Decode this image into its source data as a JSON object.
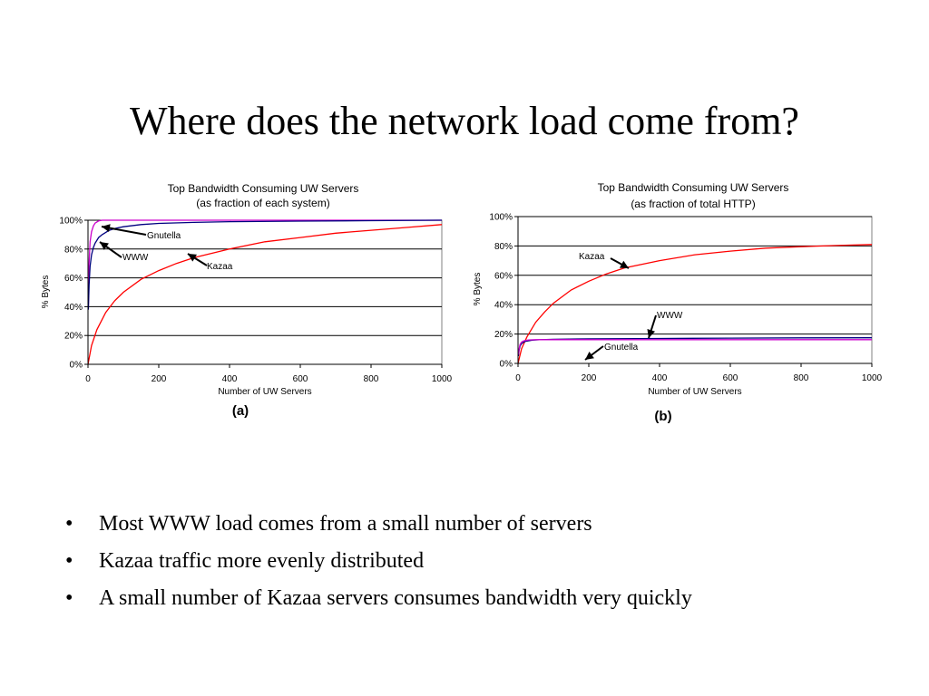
{
  "slide": {
    "title": "Where does the network load come from?",
    "bullet_glyph": "•",
    "bullets": [
      "Most WWW load comes from a small number of servers",
      "Kazaa traffic more evenly distributed",
      "A small number of Kazaa servers consumes bandwidth very quickly"
    ]
  },
  "chart_data": [
    {
      "type": "line",
      "title": "Top Bandwidth Consuming UW Servers",
      "subtitle": "(as fraction of each system)",
      "caption": "(a)",
      "xlabel": "Number of UW Servers",
      "ylabel": "% Bytes",
      "xlim": [
        0,
        1000
      ],
      "ylim": [
        0,
        100
      ],
      "xticks": [
        0,
        200,
        400,
        600,
        800,
        1000
      ],
      "yticks": [
        0,
        20,
        40,
        60,
        80,
        100
      ],
      "ytick_labels": [
        "0%",
        "20%",
        "40%",
        "60%",
        "80%",
        "100%"
      ],
      "grid": "horizontal",
      "series": [
        {
          "name": "Gnutella",
          "color": "#cc00cc",
          "x": [
            1,
            3,
            6,
            10,
            15,
            20,
            30,
            40,
            60,
            100,
            200,
            1000
          ],
          "y": [
            40,
            70,
            85,
            92,
            96,
            98,
            99.5,
            100,
            100,
            100,
            100,
            100
          ]
        },
        {
          "name": "WWW",
          "color": "#000080",
          "x": [
            1,
            3,
            6,
            10,
            15,
            20,
            30,
            40,
            60,
            80,
            100,
            150,
            200,
            300,
            400,
            600,
            800,
            1000
          ],
          "y": [
            38,
            55,
            68,
            76,
            81,
            84,
            88,
            90,
            93,
            94.5,
            95.5,
            97,
            97.8,
            98.5,
            99,
            99.4,
            99.7,
            100
          ]
        },
        {
          "name": "Kazaa",
          "color": "#ff0000",
          "x": [
            0,
            10,
            25,
            50,
            75,
            100,
            150,
            200,
            250,
            300,
            400,
            500,
            600,
            700,
            800,
            900,
            1000
          ],
          "y": [
            0,
            13,
            24,
            36,
            44,
            50,
            59,
            65,
            70,
            74,
            80,
            85,
            88,
            91,
            93,
            95,
            97
          ]
        }
      ],
      "annotations": [
        "Gnutella",
        "WWW",
        "Kazaa"
      ]
    },
    {
      "type": "line",
      "title": "Top Bandwidth Consuming UW Servers",
      "subtitle": "(as fraction of total HTTP)",
      "caption": "(b)",
      "xlabel": "Number of UW Servers",
      "ylabel": "% Bytes",
      "xlim": [
        0,
        1000
      ],
      "ylim": [
        0,
        100
      ],
      "xticks": [
        0,
        200,
        400,
        600,
        800,
        1000
      ],
      "yticks": [
        0,
        20,
        40,
        60,
        80,
        100
      ],
      "ytick_labels": [
        "0%",
        "20%",
        "40%",
        "60%",
        "80%",
        "100%"
      ],
      "grid": "horizontal",
      "series": [
        {
          "name": "Kazaa",
          "color": "#ff0000",
          "x": [
            0,
            10,
            25,
            50,
            75,
            100,
            150,
            200,
            250,
            300,
            400,
            500,
            600,
            700,
            800,
            900,
            1000
          ],
          "y": [
            0,
            10,
            18,
            28,
            35,
            41,
            50,
            56,
            61,
            65,
            70,
            74,
            76.5,
            78.5,
            79.5,
            80.3,
            81
          ]
        },
        {
          "name": "WWW",
          "color": "#000080",
          "x": [
            1,
            3,
            6,
            10,
            20,
            40,
            60,
            100,
            200,
            400,
            600,
            800,
            1000
          ],
          "y": [
            5,
            9,
            12,
            13.5,
            15,
            15.8,
            16.1,
            16.4,
            16.7,
            17,
            17.2,
            17.4,
            17.5
          ]
        },
        {
          "name": "Gnutella",
          "color": "#cc00cc",
          "x": [
            1,
            3,
            6,
            10,
            15,
            20,
            30,
            50,
            1000
          ],
          "y": [
            6,
            10,
            13,
            14.5,
            15.2,
            15.6,
            16,
            16.2,
            16.2
          ]
        }
      ],
      "annotations": [
        "Kazaa",
        "WWW",
        "Gnutella"
      ]
    }
  ]
}
